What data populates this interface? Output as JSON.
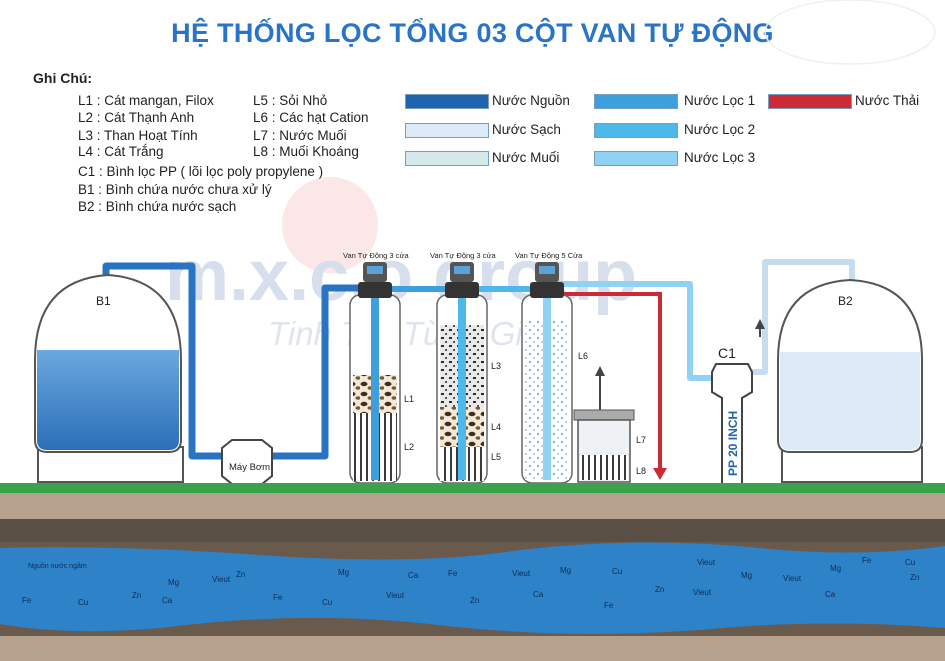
{
  "title": "HỆ THỐNG LỌC TỔNG 03 CỘT VAN TỰ ĐỘNG",
  "notes": {
    "heading": "Ghi Chú:",
    "col1": [
      "L1 : Cát mangan, Filox",
      "L2 : Cát Thạnh Anh",
      "L3 : Than Hoạt Tính",
      "L4 : Cát Trắng"
    ],
    "col2": [
      "L5 : Sỏi Nhỏ",
      "L6 : Các hạt Cation",
      "L7 : Nước Muối",
      "L8 : Muối Khoáng"
    ],
    "extra": [
      "C1 : Bình lọc PP ( lõi lọc poly propylene )",
      "B1 : Bình chứa nước chưa xử lý",
      "B2 : Bình chứa nước sạch"
    ]
  },
  "legend": [
    {
      "label": "Nước Nguồn",
      "color": "#1f64ad"
    },
    {
      "label": "Nước Sạch",
      "color": "#dce9f6"
    },
    {
      "label": "Nước Muối",
      "color": "#d5e9ec"
    },
    {
      "label": "Nước Lọc 1",
      "color": "#3d9fdc"
    },
    {
      "label": "Nước Lọc 2",
      "color": "#4fb8ea"
    },
    {
      "label": "Nước Lọc 3",
      "color": "#8fd2f3"
    },
    {
      "label": "Nước Thải",
      "color": "#cc2b36"
    }
  ],
  "watermark": {
    "brand": "m.x.c.o group",
    "slogan": "Tinh Tuý Từng Giọt"
  },
  "tanks": {
    "b1": "B1",
    "b2": "B2"
  },
  "pump": "Máy Bơm",
  "valves": [
    "Van Tự Động 3 cửa",
    "Van Tự Động 3 cửa",
    "Van Tự Động 5 Cửa"
  ],
  "layers": {
    "l1": "L1",
    "l2": "L2",
    "l3": "L3",
    "l4": "L4",
    "l5": "L5",
    "l6": "L6",
    "l7": "L7",
    "l8": "L8"
  },
  "filter": {
    "label": "C1",
    "size": "PP 20 INCH"
  },
  "underground": [
    "Nguồn nước ngầm",
    "Fe",
    "Cu",
    "Zn",
    "Mg",
    "Vieut",
    "Ca",
    "Fe",
    "Cu",
    "Zn",
    "Mg",
    "Vieut",
    "Ca",
    "Fe",
    "Zn",
    "Vieut",
    "Ca",
    "Mg",
    "Fe",
    "Cu",
    "Zn",
    "Vieut",
    "Mg",
    "Vieut",
    "Ca",
    "Fe",
    "Zn",
    "Mg",
    "Vieut",
    "Cu"
  ]
}
